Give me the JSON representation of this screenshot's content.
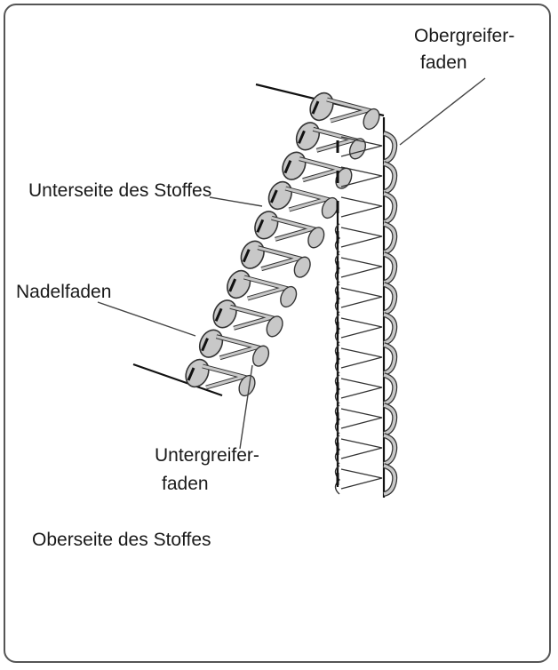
{
  "labels": {
    "obergreiferfaden_line1": "Obergreifer-",
    "obergreiferfaden_line2": "faden",
    "unterseite": "Unterseite des Stoffes",
    "nadelfaden": "Nadelfaden",
    "untergreiferfaden_line1": "Untergreifer-",
    "untergreiferfaden_line2": "faden",
    "oberseite": "Oberseite des Stoffes"
  },
  "colors": {
    "frame": "#555555",
    "thread_fill": "#c8c8c8",
    "thread_outline": "#333333",
    "fabric_line": "#111111",
    "leader_line": "#444444"
  }
}
